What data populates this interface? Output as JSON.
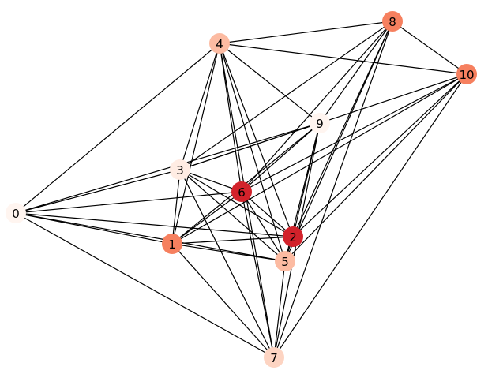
{
  "graph": {
    "nodes": [
      {
        "id": "0",
        "label": "0",
        "color": "#fff5f0"
      },
      {
        "id": "1",
        "label": "1",
        "color": "#f6805f"
      },
      {
        "id": "2",
        "label": "2",
        "color": "#d2222b"
      },
      {
        "id": "3",
        "label": "3",
        "color": "#ffece3"
      },
      {
        "id": "4",
        "label": "4",
        "color": "#fcbba2"
      },
      {
        "id": "5",
        "label": "5",
        "color": "#fcbba2"
      },
      {
        "id": "6",
        "label": "6",
        "color": "#d2222b"
      },
      {
        "id": "7",
        "label": "7",
        "color": "#fdd4c2"
      },
      {
        "id": "8",
        "label": "8",
        "color": "#f6805f"
      },
      {
        "id": "9",
        "label": "9",
        "color": "#fff5f0"
      },
      {
        "id": "10",
        "label": "10",
        "color": "#f6805f"
      }
    ],
    "edges": [
      [
        "0",
        "4"
      ],
      [
        "0",
        "9"
      ],
      [
        "0",
        "3"
      ],
      [
        "0",
        "6"
      ],
      [
        "0",
        "1"
      ],
      [
        "0",
        "2"
      ],
      [
        "0",
        "5"
      ],
      [
        "0",
        "7"
      ],
      [
        "1",
        "3"
      ],
      [
        "1",
        "4"
      ],
      [
        "1",
        "6"
      ],
      [
        "1",
        "9"
      ],
      [
        "1",
        "2"
      ],
      [
        "1",
        "5"
      ],
      [
        "1",
        "7"
      ],
      [
        "1",
        "10"
      ],
      [
        "2",
        "3"
      ],
      [
        "2",
        "4"
      ],
      [
        "2",
        "6"
      ],
      [
        "2",
        "8"
      ],
      [
        "2",
        "9"
      ],
      [
        "2",
        "10"
      ],
      [
        "2",
        "5"
      ],
      [
        "3",
        "4"
      ],
      [
        "3",
        "8"
      ],
      [
        "3",
        "9"
      ],
      [
        "3",
        "6"
      ],
      [
        "3",
        "5"
      ],
      [
        "3",
        "7"
      ],
      [
        "3",
        "10"
      ],
      [
        "4",
        "8"
      ],
      [
        "4",
        "10"
      ],
      [
        "4",
        "9"
      ],
      [
        "4",
        "6"
      ],
      [
        "4",
        "5"
      ],
      [
        "4",
        "7"
      ],
      [
        "5",
        "6"
      ],
      [
        "5",
        "8"
      ],
      [
        "5",
        "9"
      ],
      [
        "5",
        "10"
      ],
      [
        "5",
        "7"
      ],
      [
        "6",
        "8"
      ],
      [
        "6",
        "9"
      ],
      [
        "6",
        "10"
      ],
      [
        "6",
        "7"
      ],
      [
        "7",
        "8"
      ],
      [
        "7",
        "9"
      ],
      [
        "7",
        "10"
      ],
      [
        "8",
        "9"
      ],
      [
        "8",
        "10"
      ]
    ]
  }
}
